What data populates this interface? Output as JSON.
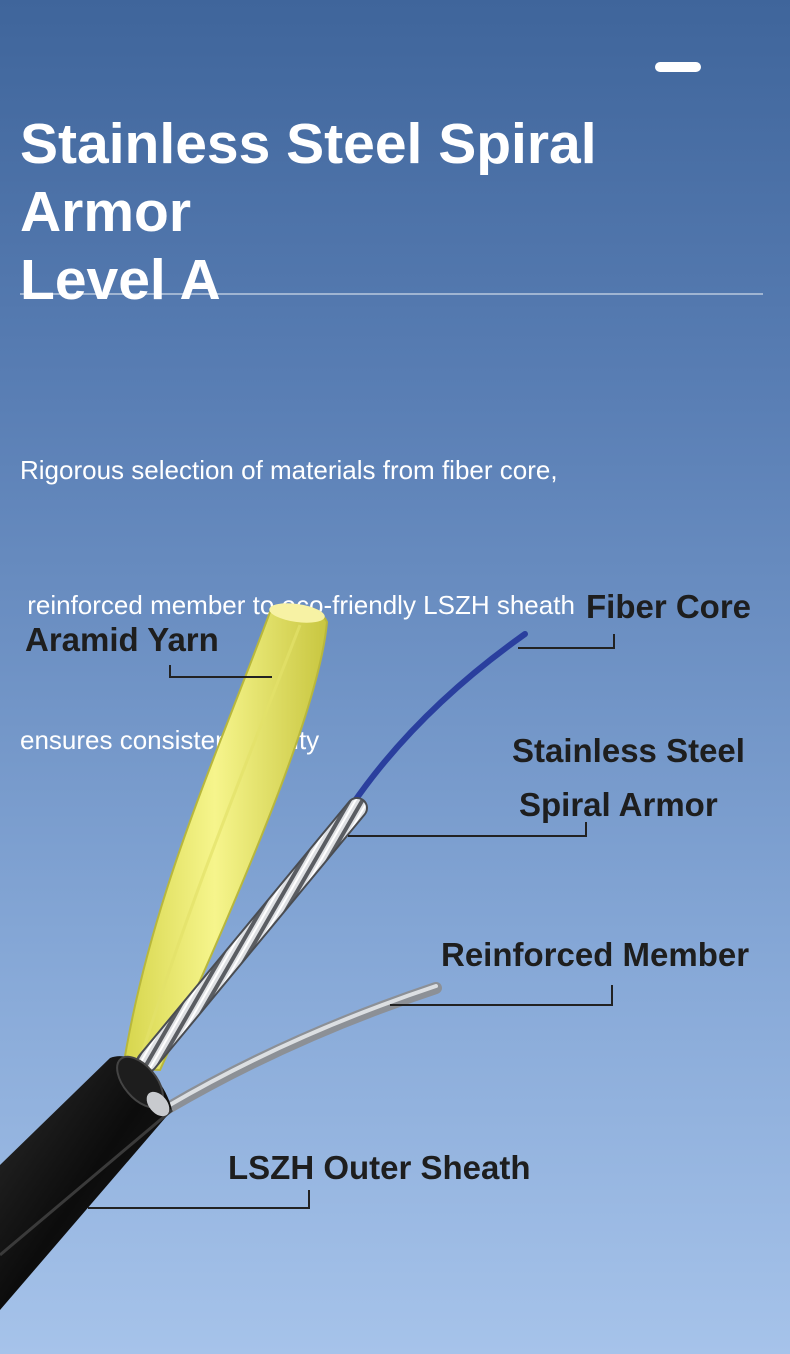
{
  "header": {
    "title_lines": [
      "Stainless Steel Spiral Armor",
      "Level A"
    ]
  },
  "description": {
    "lines": [
      "Rigorous selection of materials from fiber core,",
      " reinforced member to eco-friendly LSZH sheath",
      "ensures consistent quality"
    ]
  },
  "callouts": {
    "aramid_yarn": "Aramid Yarn",
    "fiber_core": "Fiber Core",
    "armor_lines": [
      "Stainless Steel",
      "Spiral Armor"
    ],
    "reinforced_member": "Reinforced Member",
    "outer_sheath": "LSZH Outer Sheath"
  },
  "colors": {
    "aramid_yarn": "#f1f07a",
    "fiber_core": "#2a3f9e",
    "sheath": "#151515",
    "steel": "#b9bcc0"
  }
}
